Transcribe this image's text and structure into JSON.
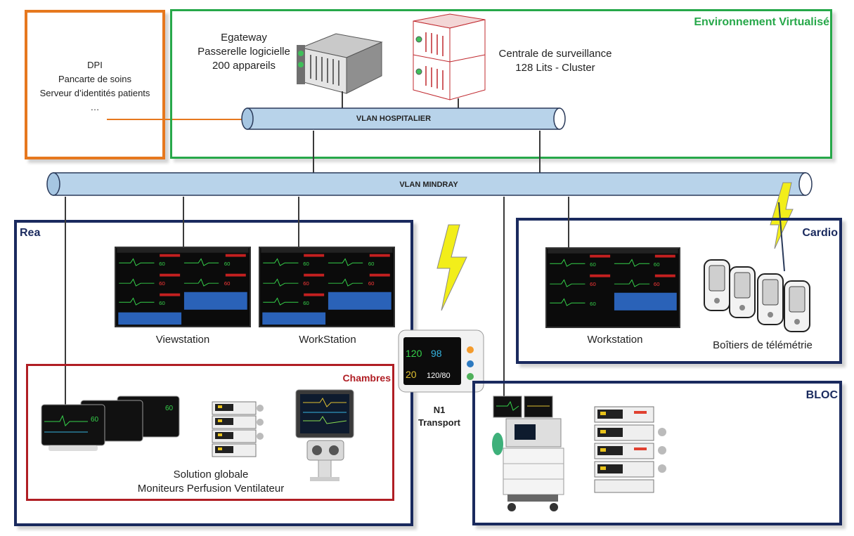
{
  "colors": {
    "orange": "#e6781e",
    "green": "#27a84a",
    "navy": "#1a2a5e",
    "red": "#b01e24",
    "pipe": "#b8d3ea"
  },
  "dpi_box": {
    "lines": [
      "DPI",
      "Pancarte de soins",
      "Serveur d’identités patients",
      "…"
    ]
  },
  "virtual_env": {
    "title": "Environnement Virtualisé",
    "egateway": [
      "Egateway",
      "Passerelle logicielle",
      "200 appareils"
    ],
    "central": [
      "Centrale de surveillance",
      "128 Lits - Cluster"
    ],
    "vlan_hospitalier": "VLAN HOSPITALIER"
  },
  "vlan_mindray": "VLAN MINDRAY",
  "rea": {
    "title": "Rea",
    "viewstation": "Viewstation",
    "workstation": "WorkStation"
  },
  "chambres": {
    "title": "Chambres",
    "caption": [
      "Solution globale",
      "Moniteurs Perfusion Ventilateur"
    ]
  },
  "cardio": {
    "title": "Cardio",
    "workstation": "Workstation",
    "telemetry": "Boîtiers de télémétrie"
  },
  "bloc": {
    "title": "BLOC"
  },
  "transport": {
    "line1": "N1",
    "line2": "Transport"
  },
  "icons": [
    "server-icon",
    "lightning-icon",
    "monitor-icon",
    "telemetry-icon",
    "pump-icon",
    "ventilator-icon",
    "anesthesia-machine-icon"
  ]
}
